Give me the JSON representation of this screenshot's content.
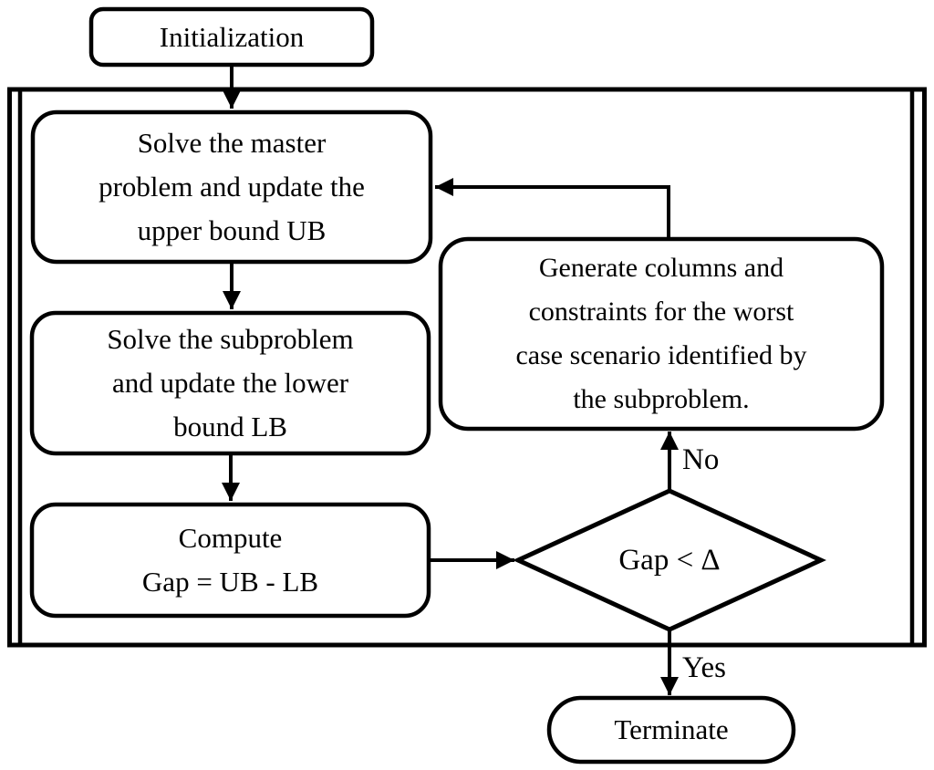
{
  "colors": {
    "stroke": "#000000",
    "background": "#ffffff"
  },
  "nodes": {
    "initialization": {
      "lines": [
        "Initialization"
      ]
    },
    "master": {
      "lines": [
        "Solve the master",
        "problem and update the",
        "upper bound UB"
      ]
    },
    "subproblem": {
      "lines": [
        "Solve the subproblem",
        "and update the lower",
        "bound LB"
      ]
    },
    "compute": {
      "lines": [
        "Compute",
        "Gap = UB - LB"
      ]
    },
    "generate": {
      "lines": [
        "Generate columns and",
        "constraints for the worst",
        "case scenario identified by",
        "the subproblem."
      ]
    },
    "decision": {
      "lines": [
        "Gap < Δ"
      ]
    },
    "terminate": {
      "lines": [
        "Terminate"
      ]
    }
  },
  "edge_labels": {
    "no": "No",
    "yes": "Yes"
  }
}
